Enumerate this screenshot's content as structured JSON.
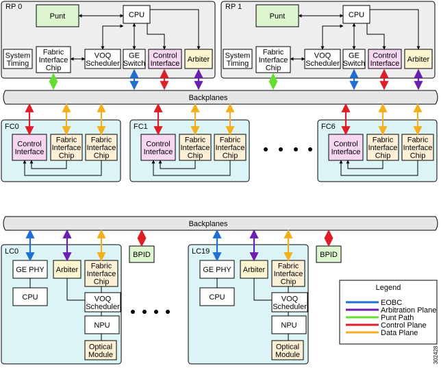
{
  "rp": [
    {
      "label": "RP 0",
      "punt": "Punt",
      "cpu": "CPU",
      "system_timing": [
        "System",
        "Timing"
      ],
      "fic": [
        "Fabric",
        "Interface",
        "Chip"
      ],
      "voq": [
        "VOQ",
        "Scheduler"
      ],
      "ge_switch": [
        "GE",
        "Switch"
      ],
      "control_interface": [
        "Control",
        "Interface"
      ],
      "arbiter": "Arbiter"
    },
    {
      "label": "RP 1",
      "punt": "Punt",
      "cpu": "CPU",
      "system_timing": [
        "System",
        "Timing"
      ],
      "fic": [
        "Fabric",
        "Interface",
        "Chip"
      ],
      "voq": [
        "VOQ",
        "Scheduler"
      ],
      "ge_switch": [
        "GE",
        "Switch"
      ],
      "control_interface": [
        "Control",
        "Interface"
      ],
      "arbiter": "Arbiter"
    }
  ],
  "backplanes_label": "Backplanes",
  "fc": [
    {
      "label": "FC0",
      "control_interface": [
        "Control",
        "Interface"
      ],
      "fic": [
        "Fabric",
        "Interface",
        "Chip"
      ]
    },
    {
      "label": "FC1",
      "control_interface": [
        "Control",
        "Interface"
      ],
      "fic": [
        "Fabric",
        "Interface",
        "Chip"
      ]
    },
    {
      "label": "FC6",
      "control_interface": [
        "Control",
        "Interface"
      ],
      "fic": [
        "Fabric",
        "Interface",
        "Chip"
      ]
    }
  ],
  "lc": [
    {
      "label": "LC0",
      "ge_phy": "GE PHY",
      "arbiter": "Arbiter",
      "fic": [
        "Fabric",
        "Interface",
        "Chip"
      ],
      "cpu": "CPU",
      "voq": [
        "VOQ",
        "Scheduler"
      ],
      "npu": "NPU",
      "optical": [
        "Optical",
        "Module"
      ]
    },
    {
      "label": "LC19",
      "ge_phy": "GE PHY",
      "arbiter": "Arbiter",
      "fic": [
        "Fabric",
        "Interface",
        "Chip"
      ],
      "cpu": "CPU",
      "voq": [
        "VOQ",
        "Scheduler"
      ],
      "npu": "NPU",
      "optical": [
        "Optical",
        "Module"
      ]
    }
  ],
  "bpid_label": "BPID",
  "legend": {
    "title": "Legend",
    "items": [
      {
        "label": "EOBC",
        "color": "#1f6fd0"
      },
      {
        "label": "Arbitration Plane",
        "color": "#6a1fb0"
      },
      {
        "label": "Punt Path",
        "color": "#66dd33"
      },
      {
        "label": "Control Plane",
        "color": "#dd1f2a"
      },
      {
        "label": "Data Plane",
        "color": "#f2b01f"
      }
    ]
  },
  "figure_id": "302428",
  "colors": {
    "rp_bg": "#eeeeee",
    "card_bg": "#ddf4f6",
    "punt_bg": "#ddf6cf",
    "control_bg": "#f7d6f2",
    "fabric_bg": "#fdf0d6",
    "arbiter_bg": "#fdf6d0",
    "bpid_bg": "#ddf6cf"
  }
}
